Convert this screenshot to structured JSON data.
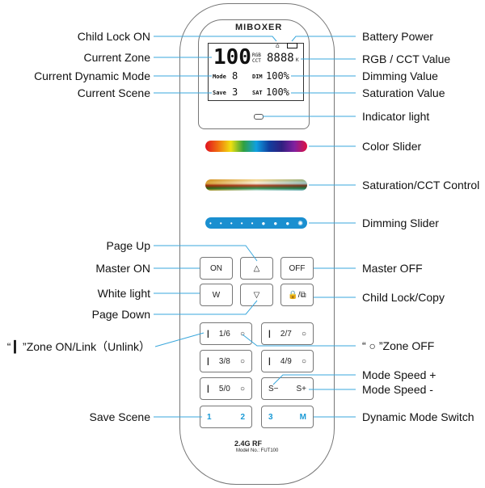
{
  "brand": "MIBOXER",
  "lcd": {
    "zone": "100",
    "rgb": "RGB",
    "cct": "CCT",
    "value": "8888",
    "k": "K",
    "mode_label": "Mode",
    "mode_value": "8",
    "save_label": "Save",
    "save_value": "3",
    "dim_label": "DIM",
    "dim_value": "100%",
    "sat_label": "SAT",
    "sat_value": "100%"
  },
  "buttons": {
    "on": "ON",
    "off": "OFF",
    "w": "W",
    "up": "△",
    "down": "▽",
    "lock": "🔒/⧉",
    "z1": "1/6",
    "z2": "2/7",
    "z3": "3/8",
    "z4": "4/9",
    "z5": "5/0",
    "s_minus": "S−",
    "s_plus": "S+",
    "save1": "1",
    "save2": "2",
    "save3": "3",
    "m": "M"
  },
  "footer": {
    "rf": "2.4G RF",
    "model": "Model No.: FUT100"
  },
  "labels_left": [
    "Child Lock ON",
    "Current Zone",
    "Current Dynamic Mode",
    "Current Scene",
    "Page Up",
    "Master ON",
    "White light",
    "Page Down",
    "“ ▎”Zone ON/Link（Unlink）",
    "Save Scene"
  ],
  "labels_right": [
    "Battery Power",
    "RGB / CCT Value",
    "Dimming Value",
    "Saturation Value",
    "Indicator light",
    "Color Slider",
    "Saturation/CCT Control",
    "Dimming Slider",
    "Master OFF",
    "Child Lock/Copy",
    "“ ○ ”Zone OFF",
    "Mode Speed +",
    "Mode Speed -",
    "Dynamic Mode Switch"
  ],
  "colors": {
    "leader": "#3aa7dc",
    "accent": "#1a9ad6"
  }
}
